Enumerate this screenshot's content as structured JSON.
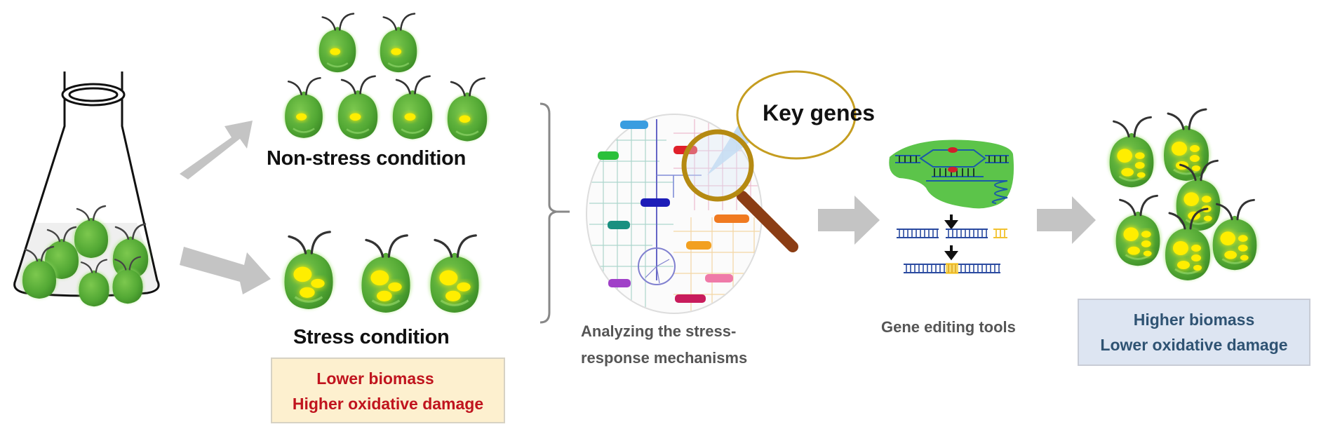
{
  "diagram": {
    "title": "Microalgae stress-response engineering workflow",
    "stages": [
      {
        "id": "culture",
        "label": "",
        "icon": "erlenmeyer-flask-with-algae"
      },
      {
        "id": "non_stress",
        "label": "Non-stress condition",
        "cell_count": 6,
        "cell_variant": "single-yellow-spot"
      },
      {
        "id": "stress",
        "label": "Stress condition",
        "cell_count": 3,
        "cell_variant": "three-yellow-spots",
        "outcome": [
          "Lower biomass",
          "Higher oxidative damage"
        ]
      },
      {
        "id": "analysis",
        "label_lines": [
          "Analyzing the stress-",
          "response mechanisms"
        ],
        "icon": "metabolic-pathway-map",
        "callout": "Key genes"
      },
      {
        "id": "editing",
        "label": "Gene editing tools",
        "icon": "crispr-cas-dna"
      },
      {
        "id": "result",
        "cell_count": 6,
        "cell_variant": "five-yellow-spots",
        "outcome": [
          "Higher biomass",
          "Lower oxidative damage"
        ]
      }
    ],
    "colors": {
      "arrow": "#c4c4c4",
      "cell_green": "#5cb83c",
      "lipid_yellow": "#ffee00",
      "stress_text": "#c0141e",
      "stress_box": "#fdf0cf",
      "result_text": "#2f5373",
      "result_box": "#dde5f2",
      "magnifier_rim": "#b58a12",
      "magnifier_handle": "#8b3d14",
      "cas_protein": "#5cc44a",
      "dna_blue": "#2a4aa0",
      "dna_insert": "#f2c230",
      "cut_site": "#d0202a"
    }
  }
}
